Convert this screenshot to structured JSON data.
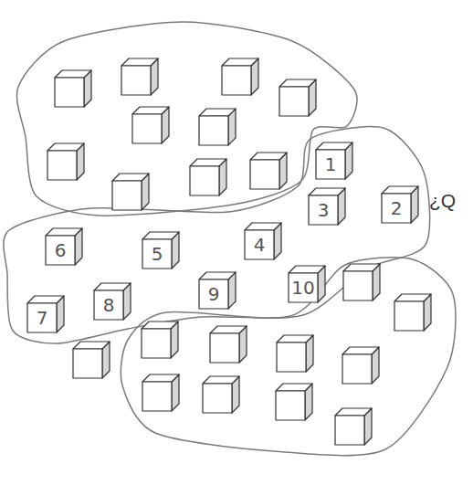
{
  "diagram": {
    "nodes": [
      {
        "text": [
          "1"
        ]
      },
      {
        "text": [
          "3"
        ]
      },
      {
        "text": [
          "2"
        ]
      },
      {
        "text": [
          "6"
        ]
      },
      {
        "text": [
          "5"
        ]
      },
      {
        "text": [
          "4"
        ]
      },
      {
        "text": [
          "7"
        ]
      },
      {
        "text": [
          "8"
        ]
      },
      {
        "text": [
          "9"
        ]
      },
      {
        "text": [
          "10"
        ]
      }
    ],
    "labels": [
      "¿Q"
    ]
  }
}
